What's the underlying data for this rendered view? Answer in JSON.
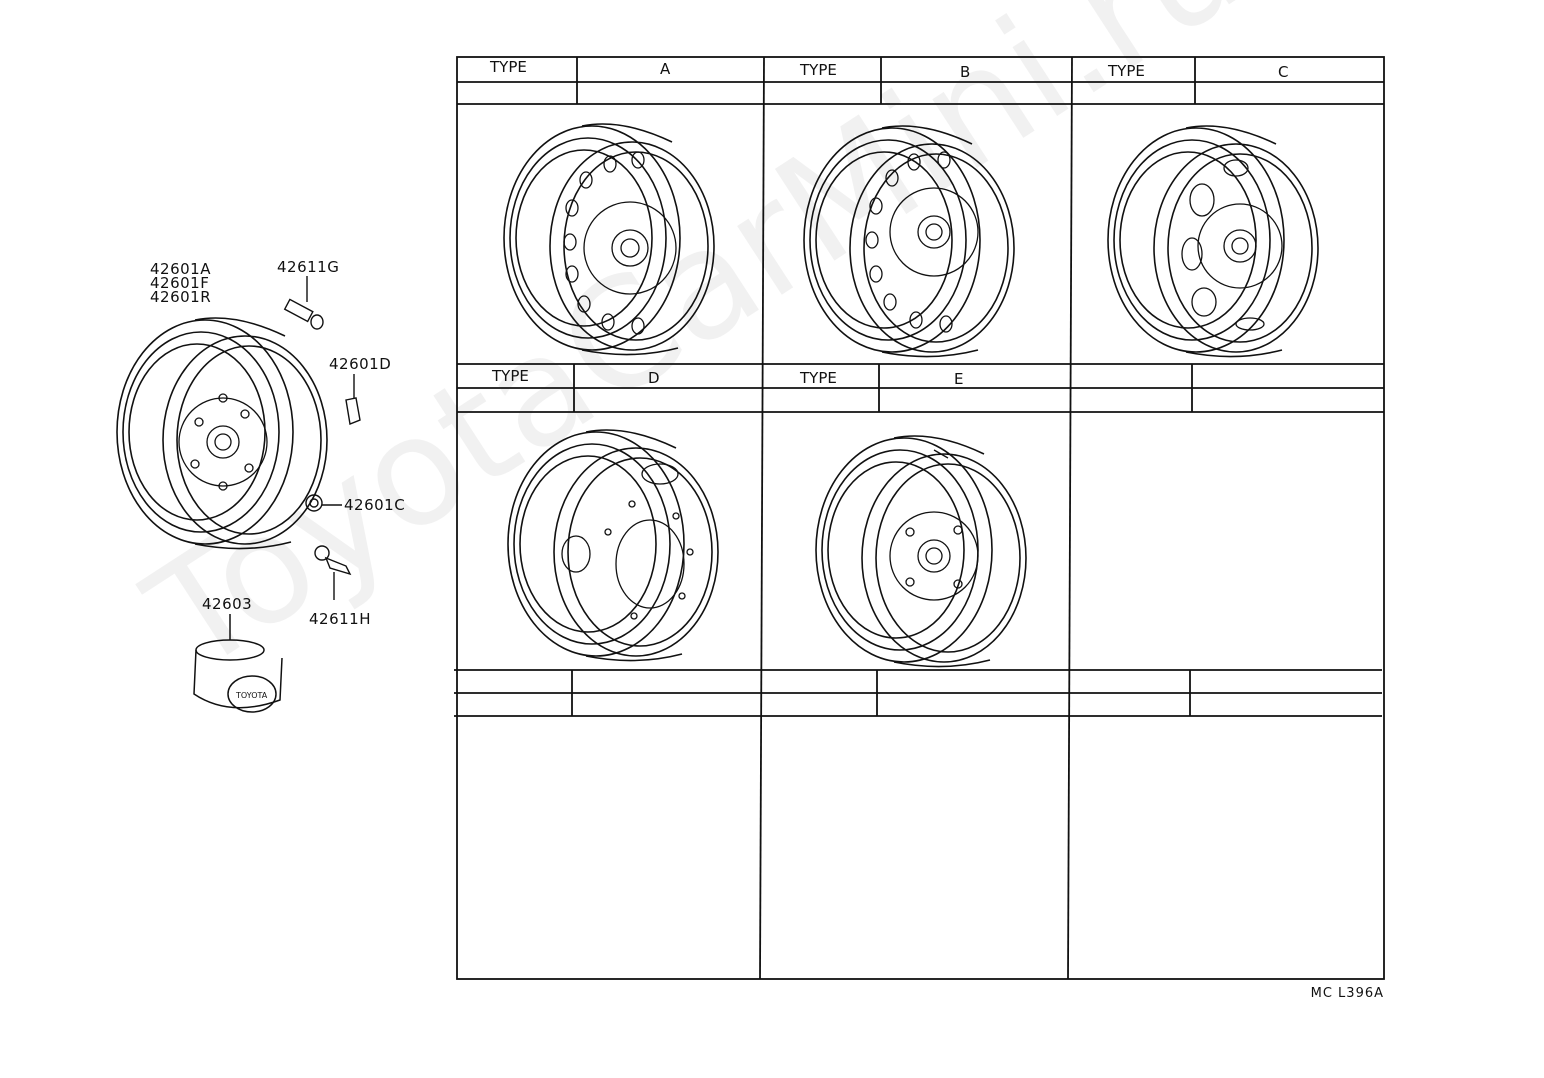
{
  "watermark": "ToyotaCarMini.ru",
  "parts": {
    "wheel_label_1": "42601A",
    "wheel_label_2": "42601F",
    "wheel_label_3": "42601R",
    "valve": "42611G",
    "weight": "42601D",
    "nut": "42601C",
    "stud": "42611H",
    "cap": "42603",
    "cap_logo": "TOYOTA"
  },
  "table": {
    "type_header": "TYPE",
    "types": [
      "A",
      "B",
      "C",
      "D",
      "E"
    ]
  },
  "drawing_code": "MC  L396A"
}
